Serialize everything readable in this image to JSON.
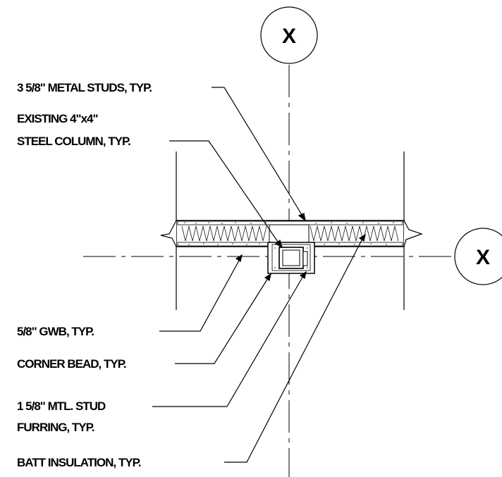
{
  "grid_bubbles": {
    "top": "X",
    "right": "X"
  },
  "callouts": {
    "metal_studs": "3 5/8\" METAL STUDS, TYP.",
    "column_line1": "EXISTING 4\"x4\"",
    "column_line2": "STEEL COLUMN, TYP.",
    "gwb": "5/8\" GWB, TYP.",
    "corner_bead": "CORNER BEAD, TYP.",
    "furring_line1": "1 5/8\" MTL. STUD",
    "furring_line2": "FURRING, TYP.",
    "batt": "BATT INSULATION, TYP."
  }
}
